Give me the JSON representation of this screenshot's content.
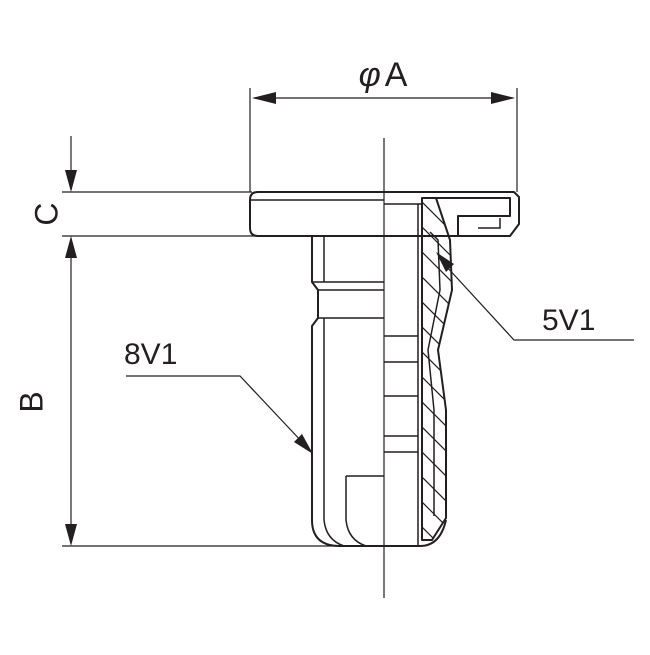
{
  "dimensions": {
    "phi_symbol": "φ",
    "diameter_label": "A",
    "height_label": "B",
    "flange_label": "C"
  },
  "callouts": {
    "left": "8V1",
    "right": "5V1"
  },
  "colors": {
    "line": "#231f20",
    "background": "#ffffff"
  }
}
